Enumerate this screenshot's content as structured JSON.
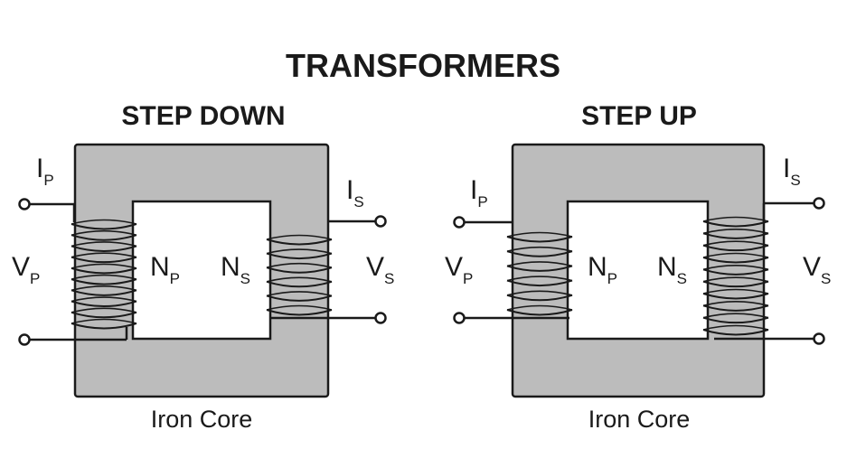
{
  "title": "TRANSFORMERS",
  "transformers": [
    {
      "heading": "STEP DOWN",
      "primary": {
        "current": "I",
        "current_sub": "P",
        "voltage": "V",
        "voltage_sub": "P",
        "turns": "N",
        "turns_sub": "P",
        "coil_turns": 10
      },
      "secondary": {
        "current": "I",
        "current_sub": "S",
        "voltage": "V",
        "voltage_sub": "S",
        "turns": "N",
        "turns_sub": "S",
        "coil_turns": 6
      },
      "core_label": "Iron Core"
    },
    {
      "heading": "STEP UP",
      "primary": {
        "current": "I",
        "current_sub": "P",
        "voltage": "V",
        "voltage_sub": "P",
        "turns": "N",
        "turns_sub": "P",
        "coil_turns": 6
      },
      "secondary": {
        "current": "I",
        "current_sub": "S",
        "voltage": "V",
        "voltage_sub": "S",
        "turns": "N",
        "turns_sub": "S",
        "coil_turns": 10
      },
      "core_label": "Iron Core"
    }
  ],
  "colors": {
    "core": "#bcbcbc",
    "ink": "#1a1a1a",
    "background": "#ffffff"
  }
}
